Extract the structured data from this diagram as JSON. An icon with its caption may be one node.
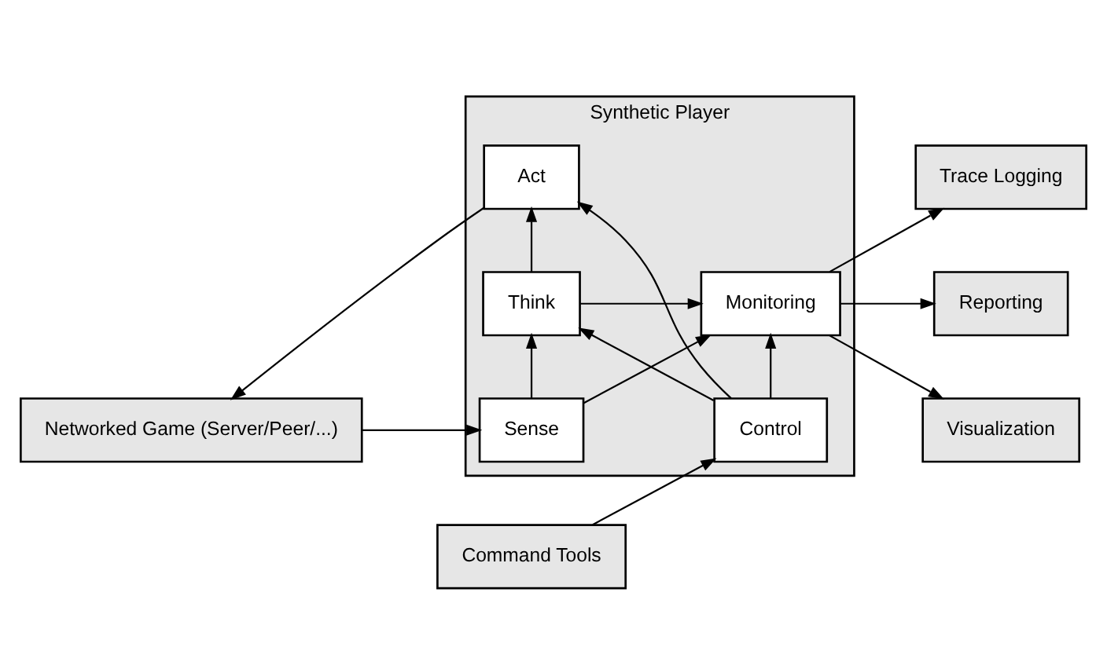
{
  "diagram": {
    "nodes": [
      {
        "text": [
          "Networked Game (Server/Peer/...)"
        ]
      },
      {
        "text": [
          "Synthetic Player"
        ]
      },
      {
        "text": [
          "Sense"
        ],
        "in": 1
      },
      {
        "text": [
          "Think"
        ],
        "in": 1
      },
      {
        "text": [
          "Act"
        ],
        "in": 1
      },
      {
        "text": [
          "Monitoring"
        ],
        "in": 1
      },
      {
        "text": [
          "Control"
        ],
        "in": 1
      },
      {
        "text": [
          "Trace Logging"
        ]
      },
      {
        "text": [
          "Reporting"
        ]
      },
      {
        "text": [
          "Visualization"
        ]
      },
      {
        "text": [
          "Command Tools"
        ]
      }
    ],
    "edges": [
      {
        "from": 0,
        "to": 2,
        "arrow": "to"
      },
      {
        "from": 2,
        "to": 3,
        "arrow": "to"
      },
      {
        "from": 2,
        "to": 5,
        "arrow": "to"
      },
      {
        "from": 3,
        "to": 5,
        "arrow": "to"
      },
      {
        "from": 3,
        "to": 4,
        "arrow": "to"
      },
      {
        "from": 6,
        "to": 5,
        "arrow": "to"
      },
      {
        "from": 6,
        "to": 3,
        "arrow": "to"
      },
      {
        "from": 6,
        "to": 4,
        "arrow": "to"
      },
      {
        "from": 4,
        "to": 0,
        "arrow": "to"
      },
      {
        "from": 5,
        "to": 7,
        "arrow": "to"
      },
      {
        "from": 5,
        "to": 8,
        "arrow": "to"
      },
      {
        "from": 5,
        "to": 9,
        "arrow": "to"
      },
      {
        "from": 10,
        "to": 6,
        "arrow": "to"
      }
    ]
  }
}
